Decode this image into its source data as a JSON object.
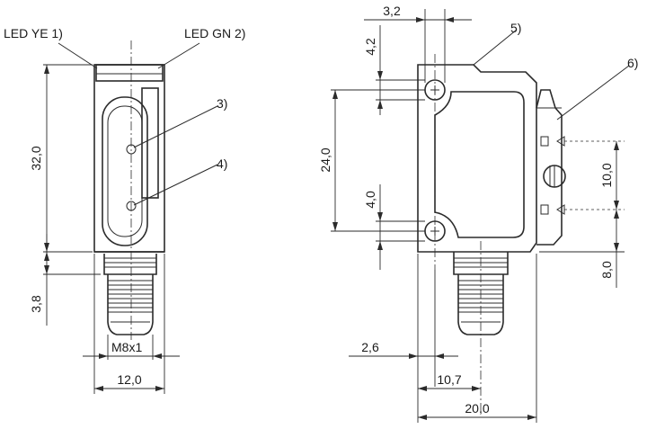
{
  "labels": {
    "led_ye": "LED YE 1)",
    "led_gn": "LED GN 2)",
    "callout_3": "3)",
    "callout_4": "4)",
    "callout_5": "5)",
    "callout_6": "6)",
    "thread": "M8x1"
  },
  "dimensions": {
    "height_32": "32,0",
    "height_3_8": "3,8",
    "width_12": "12,0",
    "top_3_2": "3,2",
    "hole_4_2": "4,2",
    "hole_24": "24,0",
    "hole_4_0": "4,0",
    "lens_10": "10,0",
    "bottom_8": "8,0",
    "offset_2_6": "2,6",
    "offset_10_7": "10,7",
    "width_20": "20,0"
  }
}
